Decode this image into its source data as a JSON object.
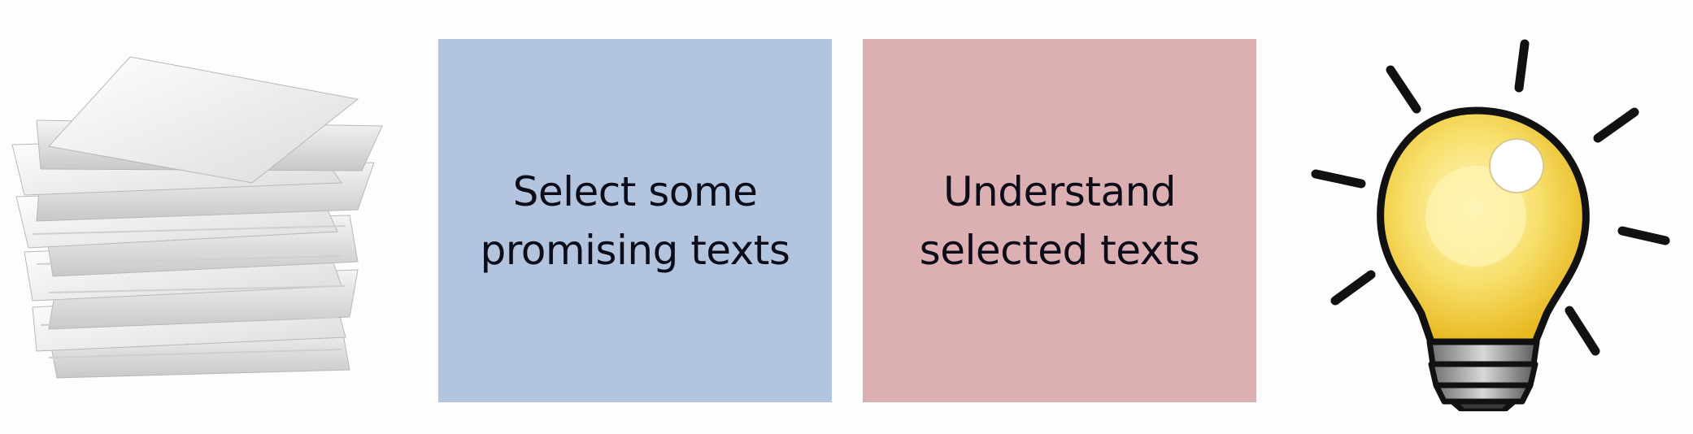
{
  "colors": {
    "box_select": "#b3c5de",
    "box_understand": "#dcb0b2",
    "text": "#0d0d1a"
  },
  "icons": {
    "stack": "paper-stack-icon",
    "bulb": "lightbulb-icon"
  },
  "steps": [
    {
      "line1": "Select some",
      "line2": "promising texts"
    },
    {
      "line1": "Understand",
      "line2": "selected texts"
    }
  ]
}
